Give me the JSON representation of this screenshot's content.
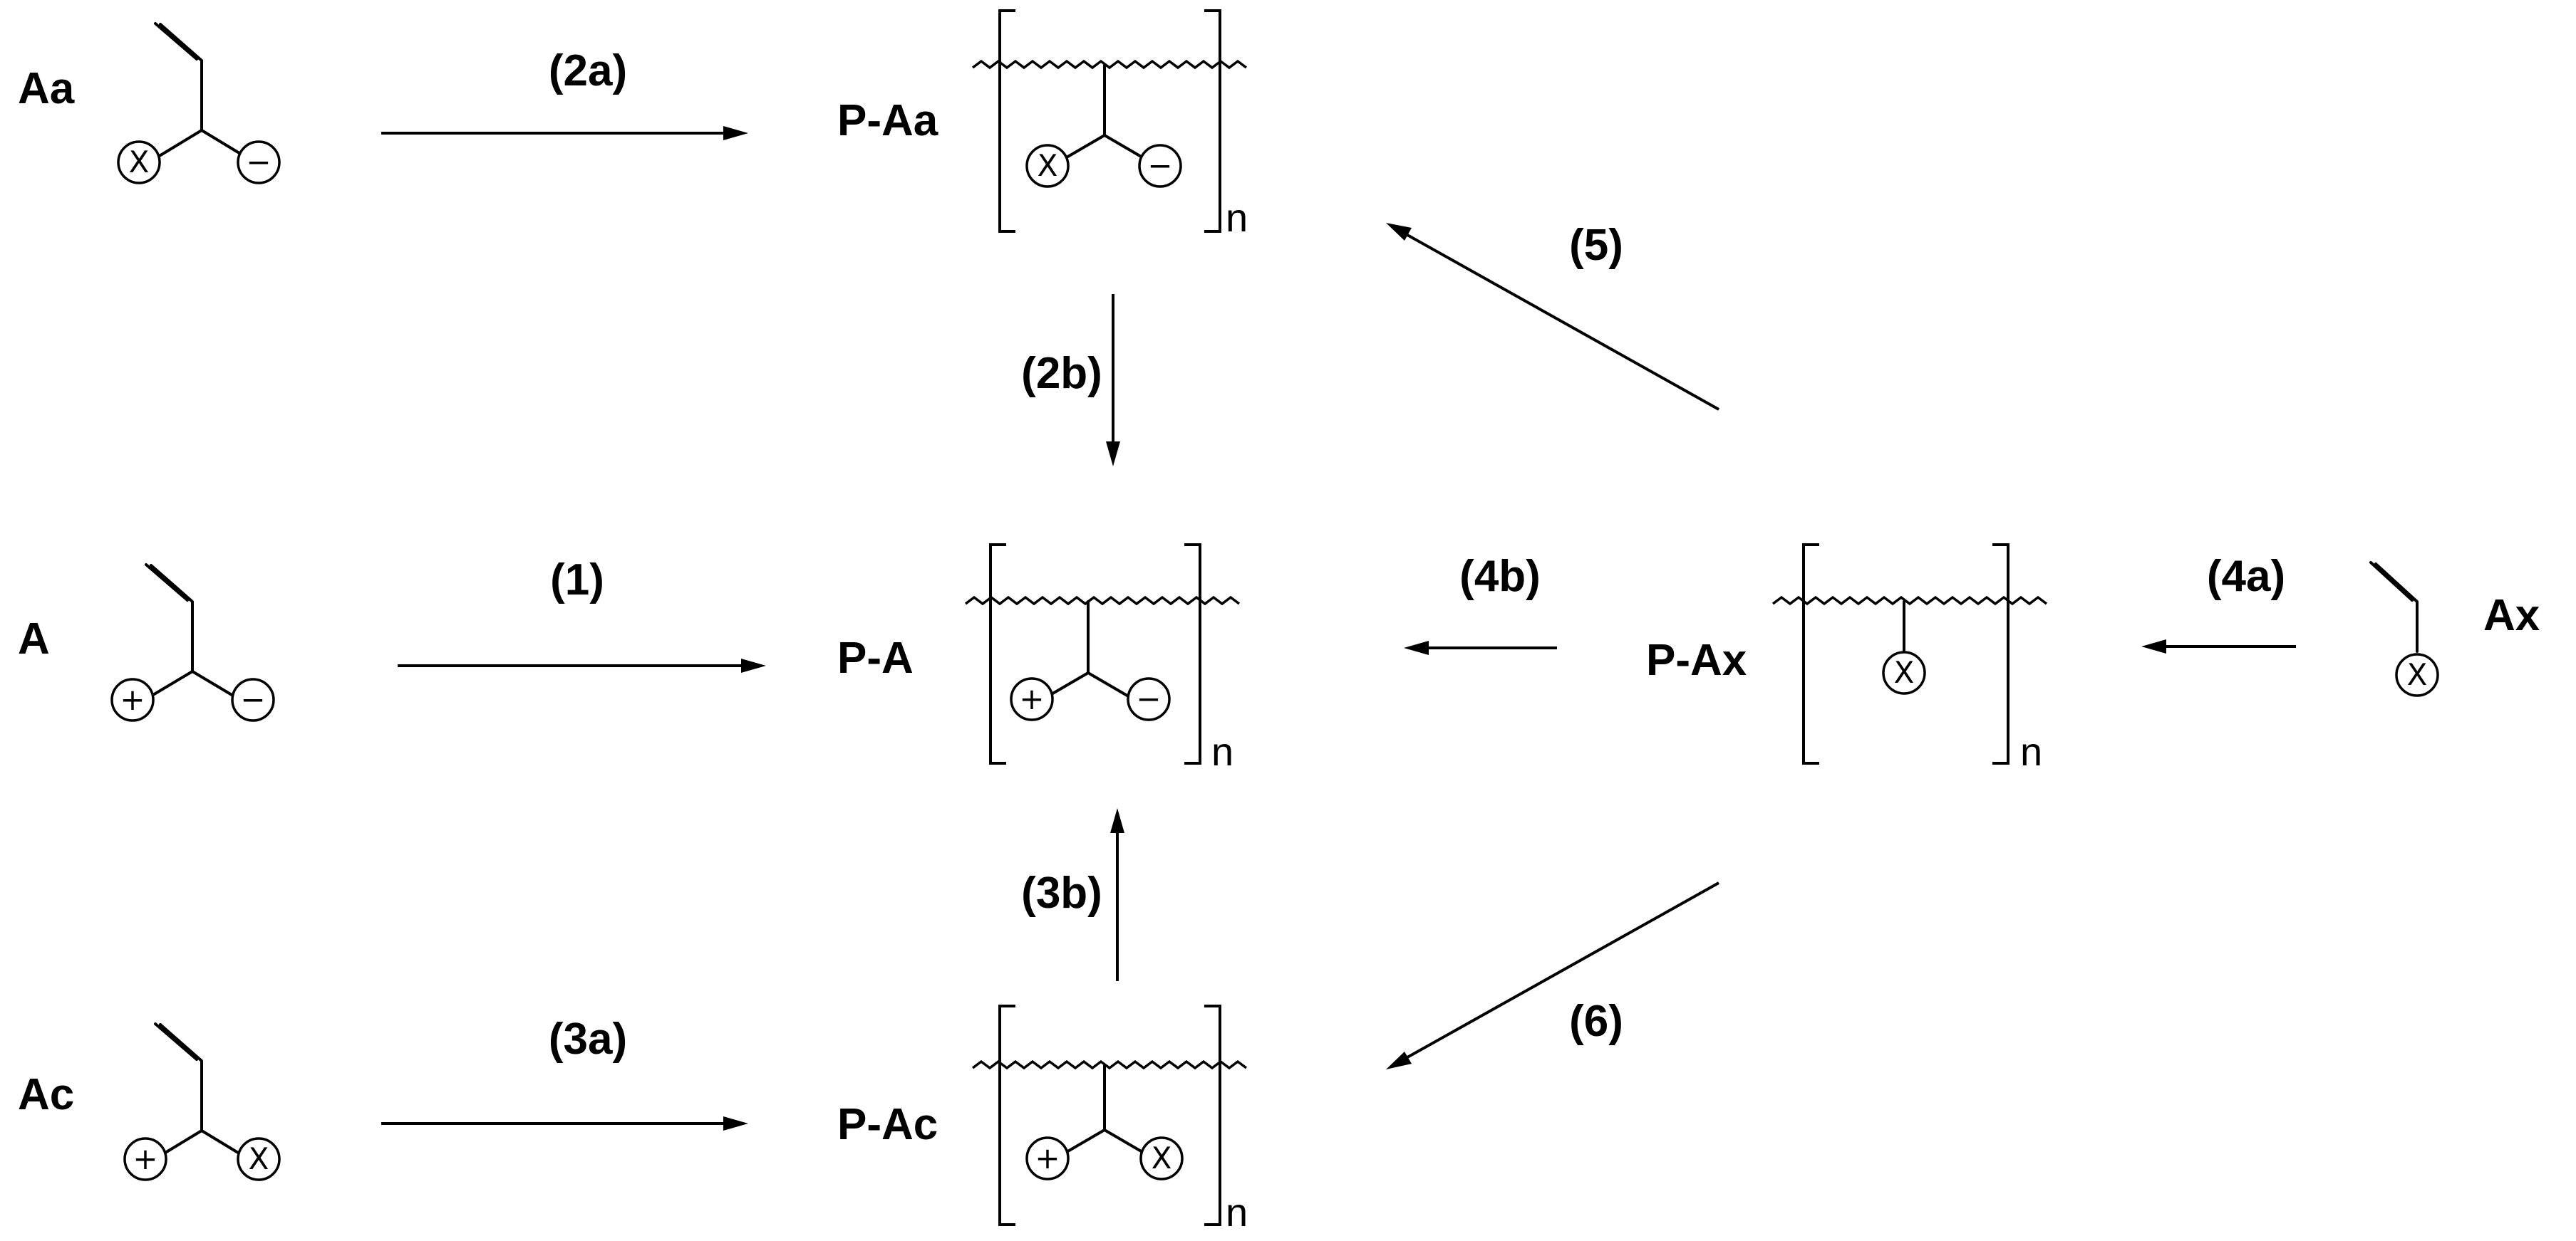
{
  "monomers": {
    "Aa": {
      "label": "Aa",
      "left_group": "X",
      "right_group": "−"
    },
    "A": {
      "label": "A",
      "left_group": "+",
      "right_group": "−"
    },
    "Ac": {
      "label": "Ac",
      "left_group": "+",
      "right_group": "X"
    },
    "Ax": {
      "label": "Ax",
      "group": "X"
    }
  },
  "polymers": {
    "PAa": {
      "label": "P-Aa",
      "left_group": "X",
      "right_group": "−",
      "repeat": "n"
    },
    "PA": {
      "label": "P-A",
      "left_group": "+",
      "right_group": "−",
      "repeat": "n"
    },
    "PAc": {
      "label": "P-Ac",
      "left_group": "+",
      "right_group": "X",
      "repeat": "n"
    },
    "PAx": {
      "label": "P-Ax",
      "group": "X",
      "repeat": "n"
    }
  },
  "reactions": {
    "r2a": "(2a)",
    "r1": "(1)",
    "r3a": "(3a)",
    "r2b": "(2b)",
    "r3b": "(3b)",
    "r4a": "(4a)",
    "r4b": "(4b)",
    "r5": "(5)",
    "r6": "(6)"
  }
}
